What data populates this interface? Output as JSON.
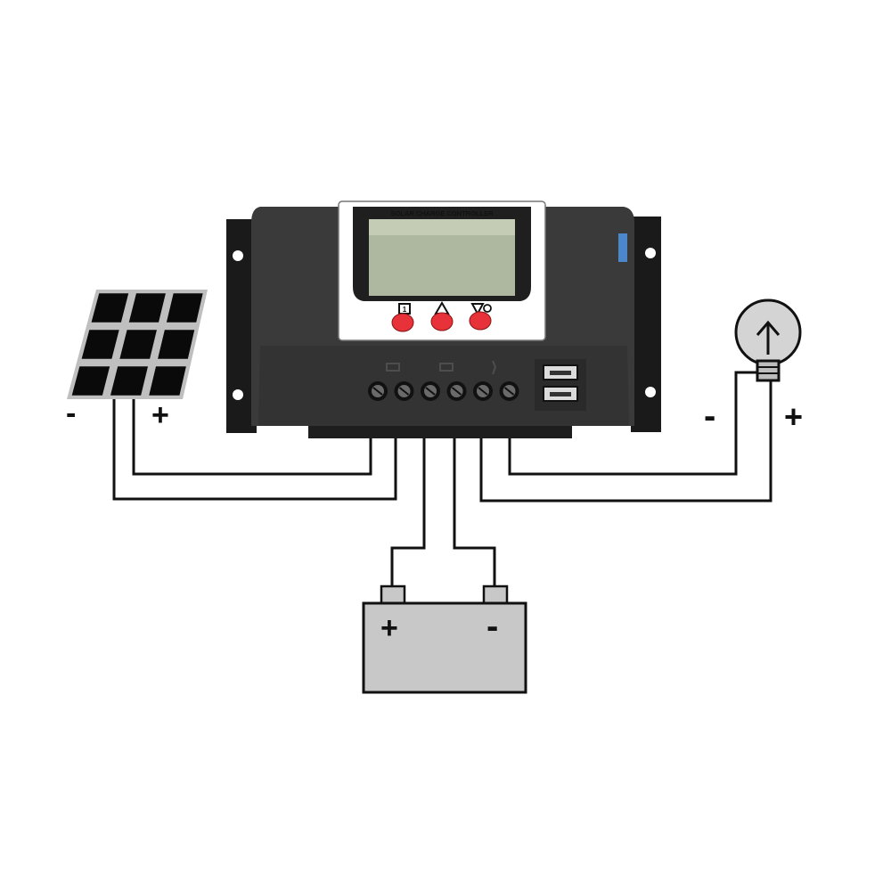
{
  "controller": {
    "screen_title": "SOLAR CHARGE CONTROLLER",
    "buttons": [
      {
        "icon": "menu-clock-icon"
      },
      {
        "icon": "up-triangle-icon"
      },
      {
        "icon": "down-bulb-icon"
      }
    ],
    "terminal_count": 6,
    "usb_ports": 2,
    "colors": {
      "body": "#3a3a3a",
      "screen": "#aeb7a0",
      "button": "#e8323a",
      "bracket": "#1a1a1a"
    }
  },
  "solar_panel": {
    "negative_label": "-",
    "positive_label": "+",
    "cell_rows": 3,
    "cell_cols": 3
  },
  "load": {
    "negative_label": "-",
    "positive_label": "+",
    "icon": "light-bulb-icon"
  },
  "battery": {
    "positive_label": "+",
    "negative_label": "-",
    "color": "#c8c8c8"
  }
}
